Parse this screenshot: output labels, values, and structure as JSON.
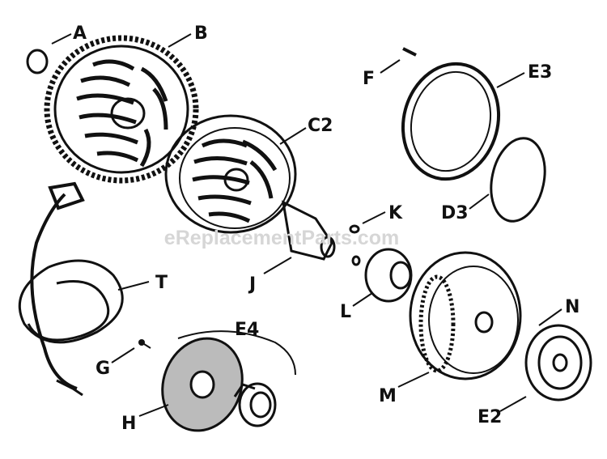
{
  "watermark": "eReplacementParts.com",
  "labels": {
    "A": "A",
    "B": "B",
    "C2": "C2",
    "F": "F",
    "E3": "E3",
    "D3": "D3",
    "K": "K",
    "J": "J",
    "L": "L",
    "T": "T",
    "G": "G",
    "E4": "E4",
    "H": "H",
    "M": "M",
    "N": "N",
    "E2": "E2"
  }
}
